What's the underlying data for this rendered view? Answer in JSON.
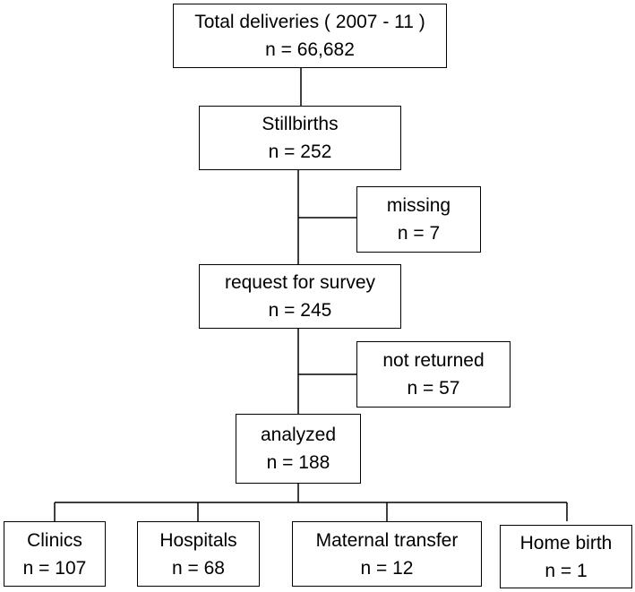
{
  "flowchart": {
    "total": {
      "label": "Total deliveries ( 2007 - 11 )",
      "count": "n = 66,682"
    },
    "stillbirths": {
      "label": "Stillbirths",
      "count": "n = 252"
    },
    "missing": {
      "label": "missing",
      "count": "n = 7"
    },
    "survey": {
      "label": "request for survey",
      "count": "n = 245"
    },
    "not_returned": {
      "label": "not returned",
      "count": "n = 57"
    },
    "analyzed": {
      "label": "analyzed",
      "count": "n = 188"
    },
    "outcomes": [
      {
        "label": "Clinics",
        "count": "n = 107"
      },
      {
        "label": "Hospitals",
        "count": "n = 68"
      },
      {
        "label": "Maternal transfer",
        "count": "n = 12"
      },
      {
        "label": "Home birth",
        "count": "n = 1"
      }
    ],
    "colors": {
      "line": "#000000",
      "box_border": "#000000",
      "box_fill": "#ffffff",
      "text": "#000000"
    }
  }
}
